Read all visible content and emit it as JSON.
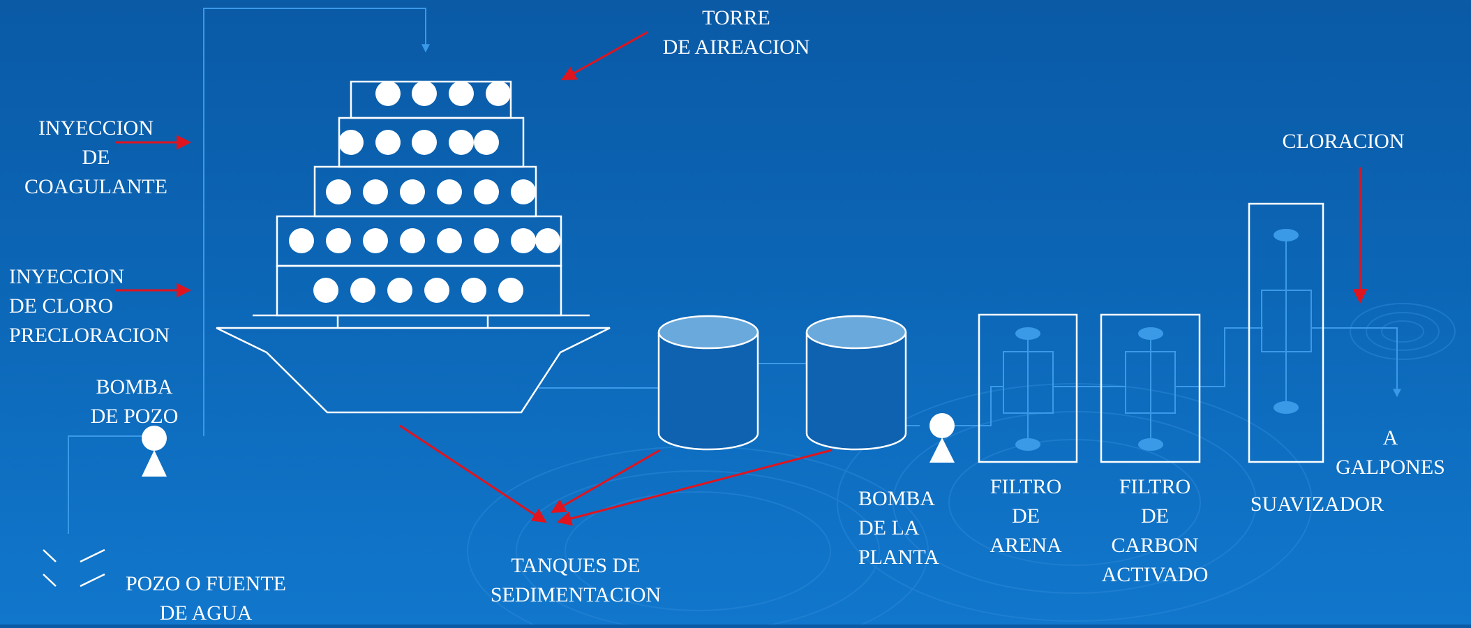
{
  "labels": {
    "torre_line1": "TORRE",
    "torre_line2": "DE AIREACION",
    "coag_line1": "INYECCION",
    "coag_line2": "DE",
    "coag_line3": "COAGULANTE",
    "precl_line1": "INYECCION",
    "precl_line2": "DE CLORO",
    "precl_line3": "PRECLORACION",
    "bomba_pozo_line1": "BOMBA",
    "bomba_pozo_line2": "DE POZO",
    "pozo_line1": "POZO O FUENTE",
    "pozo_line2": "DE AGUA",
    "tanques_line1": "TANQUES DE",
    "tanques_line2": "SEDIMENTACION",
    "bomba_planta_line1": "BOMBA",
    "bomba_planta_line2": "DE LA",
    "bomba_planta_line3": "PLANTA",
    "arena_line1": "FILTRO",
    "arena_line2": "DE",
    "arena_line3": "ARENA",
    "carbon_line1": "FILTRO",
    "carbon_line2": "DE",
    "carbon_line3": "CARBON",
    "carbon_line4": "ACTIVADO",
    "suavizador": "SUAVIZADOR",
    "cloracion": "CLORACION",
    "galpones_line1": "A",
    "galpones_line2": "GALPONES"
  },
  "colors": {
    "outline": "#ffffff",
    "pipe": "#3a9ae8",
    "pointer_arrow": "#e0141e",
    "background_top": "#0a5aa6",
    "background_bottom": "#1177cc"
  }
}
